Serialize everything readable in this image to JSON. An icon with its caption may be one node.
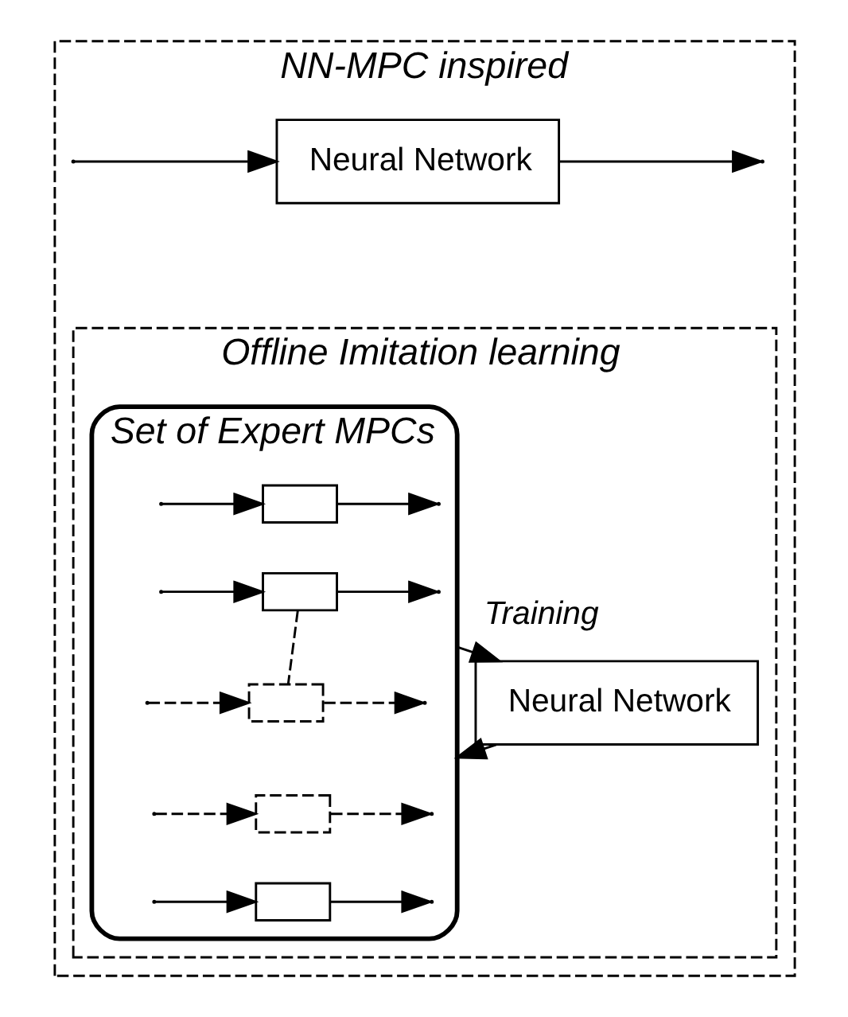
{
  "diagram": {
    "nodes": [
      {
        "text": [
          "NN-MPC inspired"
        ]
      },
      {
        "text": [
          "Neural Network"
        ],
        "in": 0
      },
      {
        "text": [
          "Offline Imitation learning"
        ],
        "in": 0
      },
      {
        "text": [
          "Set of Expert MPCs"
        ],
        "in": 2
      },
      {
        "text": [],
        "shape": "box",
        "in": 3
      },
      {
        "text": [],
        "shape": "box",
        "in": 3
      },
      {
        "text": [],
        "shape": "box",
        "in": 3
      },
      {
        "text": [],
        "shape": "box",
        "in": 3
      },
      {
        "text": [],
        "shape": "box",
        "in": 3
      },
      {
        "text": [
          "Neural Network"
        ],
        "in": 2
      }
    ],
    "edges": [
      {
        "from": null,
        "to": 1,
        "arrow": "to"
      },
      {
        "from": 1,
        "to": null,
        "arrow": "to"
      },
      {
        "from": null,
        "to": 4,
        "arrow": "to"
      },
      {
        "from": 4,
        "to": null,
        "arrow": "to"
      },
      {
        "from": null,
        "to": 5,
        "arrow": "to"
      },
      {
        "from": 5,
        "to": null,
        "arrow": "to"
      },
      {
        "from": 5,
        "to": 6,
        "arrow": "none",
        "style": "dashed"
      },
      {
        "from": null,
        "to": 6,
        "arrow": "to",
        "style": "dashed"
      },
      {
        "from": 6,
        "to": null,
        "arrow": "to",
        "style": "dashed"
      },
      {
        "from": null,
        "to": 7,
        "arrow": "to",
        "style": "dashed"
      },
      {
        "from": 7,
        "to": null,
        "arrow": "to",
        "style": "dashed"
      },
      {
        "from": null,
        "to": 8,
        "arrow": "to"
      },
      {
        "from": 8,
        "to": null,
        "arrow": "to"
      },
      {
        "from": 3,
        "to": 9,
        "arrow": "to",
        "label": "Training"
      },
      {
        "from": 9,
        "to": 3,
        "arrow": "to"
      }
    ]
  }
}
